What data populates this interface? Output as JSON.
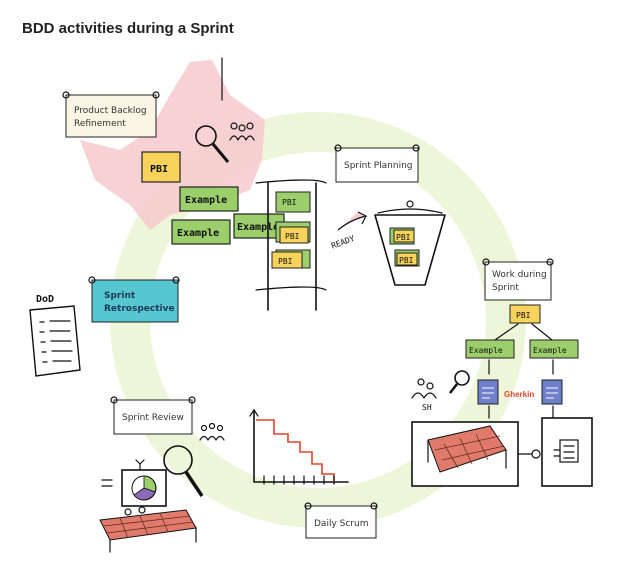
{
  "title": "BDD activities during a Sprint",
  "cards": {
    "refinement_line1": "Product Backlog",
    "refinement_line2": "Refinement",
    "planning": "Sprint Planning",
    "work_line1": "Work during",
    "work_line2": "Sprint",
    "retro_line1": "Sprint",
    "retro_line2": "Retrospective",
    "review": "Sprint Review",
    "daily": "Daily Scrum"
  },
  "handwriting": {
    "pbi": "PBI",
    "example": "Example",
    "ready": "READY",
    "dod": "DoD",
    "sh": "SH"
  },
  "gherkin": "Gherkin",
  "colors": {
    "title": "#222222",
    "cycle": "#eef6d9",
    "refinement_bg": "#f6c9cc",
    "pbi": "#f8d35b",
    "example": "#9ccf6b",
    "retro": "#56c7d0",
    "gherkin_doc": "#6f7fc9",
    "burndown": "#e0452b",
    "grid_red": "#e07b6c"
  }
}
